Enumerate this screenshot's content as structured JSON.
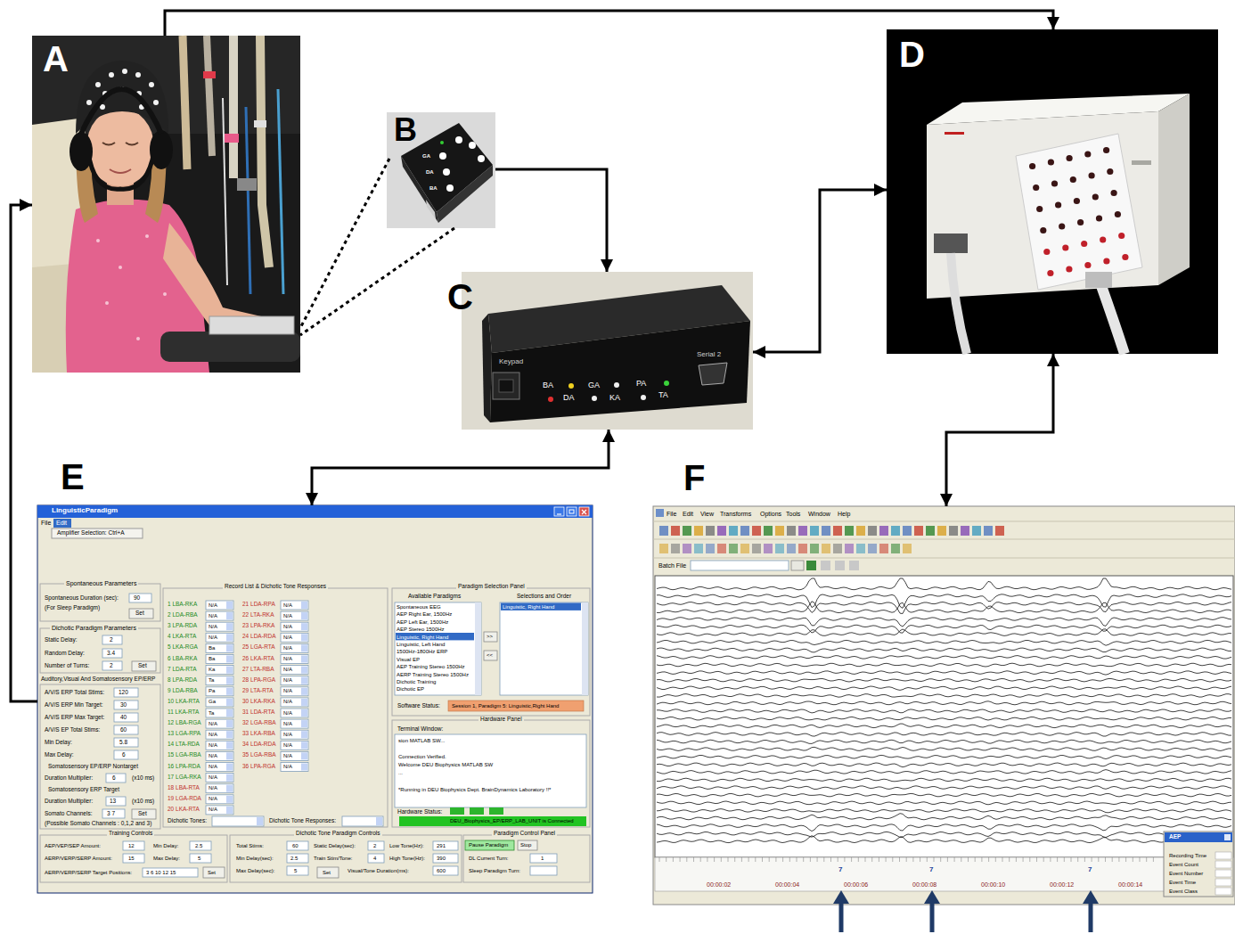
{
  "diagram": {
    "nodes": [
      {
        "text": [
          "A"
        ]
      },
      {
        "text": [
          "B"
        ]
      },
      {
        "text": [
          "C"
        ]
      },
      {
        "text": [
          "D"
        ]
      },
      {
        "text": [
          "E"
        ]
      },
      {
        "text": [
          "F"
        ]
      }
    ],
    "edges": [
      {
        "from": 0,
        "to": 3,
        "arrow": "to"
      },
      {
        "from": 1,
        "to": 0,
        "arrow": "none"
      },
      {
        "from": 1,
        "to": 2,
        "arrow": "to"
      },
      {
        "from": 2,
        "to": 3,
        "arrow": "both"
      },
      {
        "from": 2,
        "to": 4,
        "arrow": "both"
      },
      {
        "from": 3,
        "to": 5,
        "arrow": "both"
      },
      {
        "from": 4,
        "to": 0,
        "arrow": "to"
      }
    ],
    "labels": [
      "GA",
      "DA",
      "BA",
      "Keypad",
      "Serial 2",
      "BA",
      "DA",
      "GA",
      "KA",
      "PA",
      "TA",
      "LinguisticParadigm",
      "File",
      "Edit",
      "Amplifier Selection: Ctrl+A",
      "Spontaneous Parameters",
      "Spontaneous Duration (sec):",
      "90",
      "(For Sleep Paradigm)",
      "Set",
      "Dichotic Paradigm Parameters",
      "Static Delay:",
      "2",
      "Random Delay:",
      "3.4",
      "Number of Turns:",
      "2",
      "Set",
      "Auditory,Visual And Somatosensory EP/ERP",
      "A/V/S ERP Total Stims:",
      "120",
      "A/V/S ERP Min Target:",
      "30",
      "A/V/S ERP Max Target:",
      "40",
      "A/V/S EP Total Stims:",
      "60",
      "Min Delay:",
      "5.8",
      "Max Delay:",
      "6",
      "Somatosensory EP/ERP Nontarget",
      "Duration Multiplier:",
      "6",
      "(x10 ms)",
      "Somatosensory ERP Target",
      "Duration Multiplier:",
      "13",
      "(x10 ms)",
      "Somato Channels:",
      "3 7",
      "Set",
      "(Possible Somato Channels : 0,1,2 and 3)",
      "Record List & Dichotic Tone Responses",
      "1 LBA-RKA",
      "2 LDA-RBA",
      "3 LPA-RDA",
      "4 LKA-RTA",
      "5 LKA-RGA",
      "6 LBA-RKA",
      "7 LDA-RTA",
      "8 LPA-RDA",
      "9 LDA-RBA",
      "10 LKA-RTA",
      "11 LKA-RTA",
      "12 LBA-RGA",
      "13 LGA-RPA",
      "14 LTA-RDA",
      "15 LGA-RBA",
      "16 LPA-RDA",
      "17 LGA-RKA",
      "18 LBA-RTA",
      "19 LGA-RDA",
      "20 LKA-RTA",
      "N/A",
      "N/A",
      "N/A",
      "N/A",
      "Ba",
      "Ba",
      "Ka",
      "Ta",
      "Pa",
      "Ga",
      "Ta",
      "N/A",
      "N/A",
      "N/A",
      "N/A",
      "N/A",
      "N/A",
      "N/A",
      "N/A",
      "N/A",
      "21 LDA-RPA",
      "22 LTA-RKA",
      "23 LPA-RKA",
      "24 LDA-RDA",
      "25 LGA-RTA",
      "26 LKA-RTA",
      "27 LTA-RBA",
      "28 LPA-RGA",
      "29 LTA-RTA",
      "30 LKA-RKA",
      "31 LDA-RTA",
      "32 LGA-RBA",
      "33 LKA-RBA",
      "34 LDA-RDA",
      "35 LGA-RBA",
      "36 LPA-RGA",
      "N/A",
      "N/A",
      "N/A",
      "N/A",
      "N/A",
      "N/A",
      "N/A",
      "N/A",
      "N/A",
      "N/A",
      "N/A",
      "N/A",
      "N/A",
      "N/A",
      "N/A",
      "N/A",
      "Dichotic Tones:",
      "Dichotic Tone Responses:",
      "Paradigm Selection Panel",
      "Available Paradigms",
      "Selections and Order",
      "Spontaneous EEG",
      "AEP Right Ear, 1500Hz",
      "AEP Left Ear, 1500Hz",
      "AEP Stereo 1500Hz",
      "Linguistic, Right Hand",
      "Linguistic, Left Hand",
      "1500Hz-1800Hz ERP",
      "Visual EP",
      "AEP Training Stereo 1500Hz",
      "AERP Training Stereo 1500Hz",
      "Dichotic Training",
      "Dichotic EP",
      "Linguistic, Right Hand",
      ">>",
      "<<",
      "Software Status:",
      "Session 1, Paradigm 5: Linguistic,Right Hand",
      "Hardware Panel",
      "Terminal Window:",
      "sion MATLAB SW...",
      "Connection Verified.",
      "Welcome DEU Biophysics MATLAB SW",
      "...",
      "*Running in DEU Biophysics Dept. BrainDynamics Laboratory !!*",
      "Hardware Status:",
      "DEU_Biophysics_EP/ERP_LAB_UNIT is Connected",
      "Training Controls",
      "AEP/VEP/SEP Amount:",
      "12",
      "Min Delay:",
      "2.5",
      "AERP/VERP/SERP Amount:",
      "15",
      "Max Delay:",
      "5",
      "AERP/VERP/SERP Target Positions:",
      "3 6 10 12 15",
      "Set",
      "Dichotic Tone Paradigm Controls",
      "Total Stims:",
      "60",
      "Static Delay(sec):",
      "2",
      "Low Tone(Hz):",
      "291",
      "Min Delay(sec):",
      "2.5",
      "Train Stim/Tone:",
      "4",
      "High Tone(Hz):",
      "390",
      "Max Delay(sec):",
      "5",
      "Set",
      "Visual/Tone Duration(ms):",
      "600",
      "Paradigm Control Panel",
      "Pause Paradigm",
      "Stop",
      "DL Current Turn:",
      "1",
      "Sleep Paradigm Turn:",
      "File",
      "Edit",
      "View",
      "Transforms",
      "Options",
      "Tools",
      "Window",
      "Help",
      "Batch File",
      "00:00:02",
      "00:00:04",
      "00:00:06",
      "00:00:08",
      "00:00:10",
      "00:00:12",
      "00:00:14",
      "7",
      "7",
      "7",
      "AEP",
      "Recording Time",
      "Event Count",
      "Event Number",
      "Event Time",
      "Event Class"
    ]
  }
}
